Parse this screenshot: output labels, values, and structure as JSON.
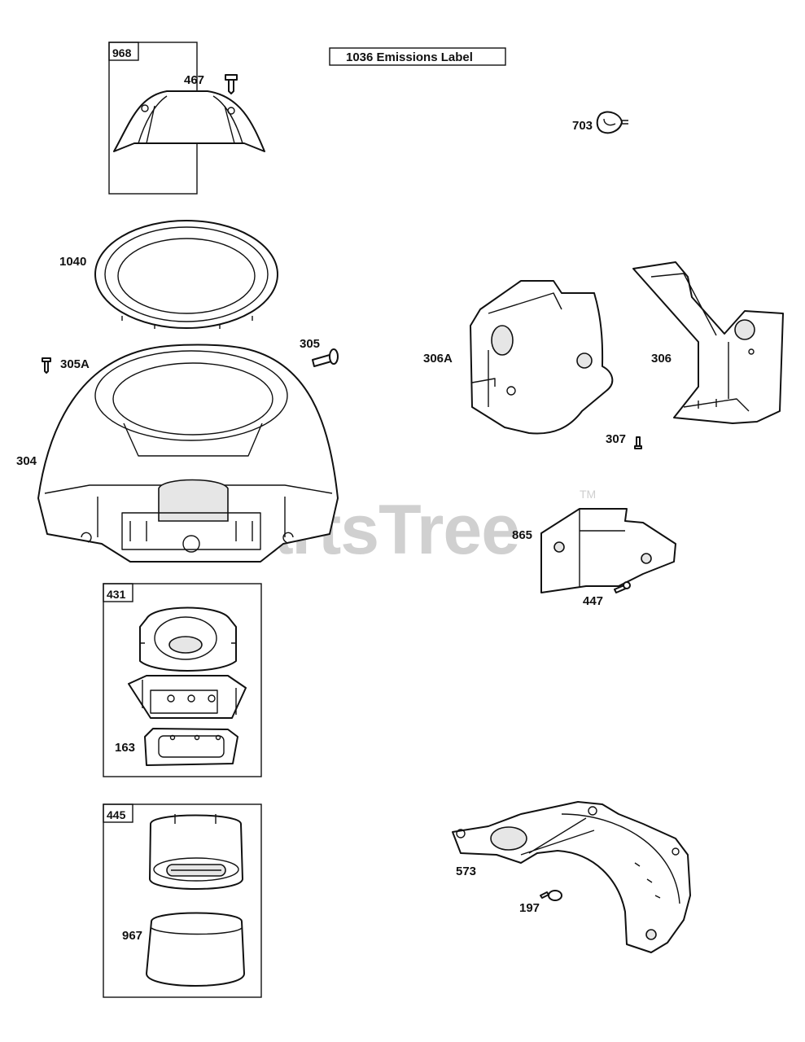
{
  "watermark": {
    "text": "PartsTree",
    "trademark": "TM"
  },
  "label_box": {
    "text": "1036 Emissions Label"
  },
  "group_tags": {
    "box968": "968",
    "box431": "431",
    "box445": "445"
  },
  "callouts": {
    "p467": "467",
    "p703": "703",
    "p1040": "1040",
    "p305": "305",
    "p305a": "305A",
    "p304": "304",
    "p306a": "306A",
    "p306": "306",
    "p307": "307",
    "p865": "865",
    "p447": "447",
    "p163": "163",
    "p573": "573",
    "p197": "197",
    "p967": "967"
  }
}
